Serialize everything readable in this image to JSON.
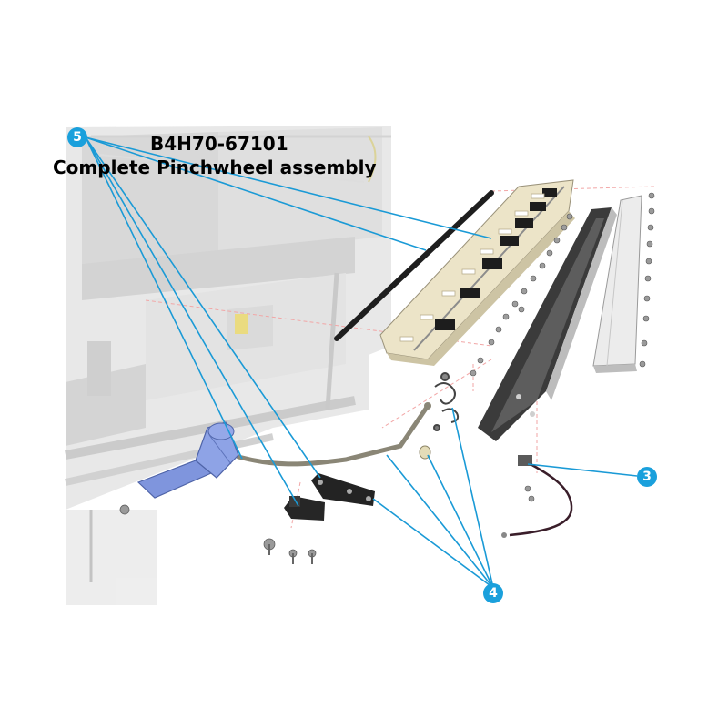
{
  "title": {
    "part_number": "B4H70-67101",
    "assembly_name": "Complete Pinchwheel assembly"
  },
  "callouts": {
    "c5": "5",
    "c3": "3",
    "c4": "4"
  },
  "colors": {
    "callout": "#1aa0dc",
    "leader_line": "#1a9ad6",
    "handle_blue": "#7f95dd",
    "background_photo": "#e3e3e3",
    "metal_plate": "#e9e2c8",
    "dark_part": "#3a3a3a"
  }
}
